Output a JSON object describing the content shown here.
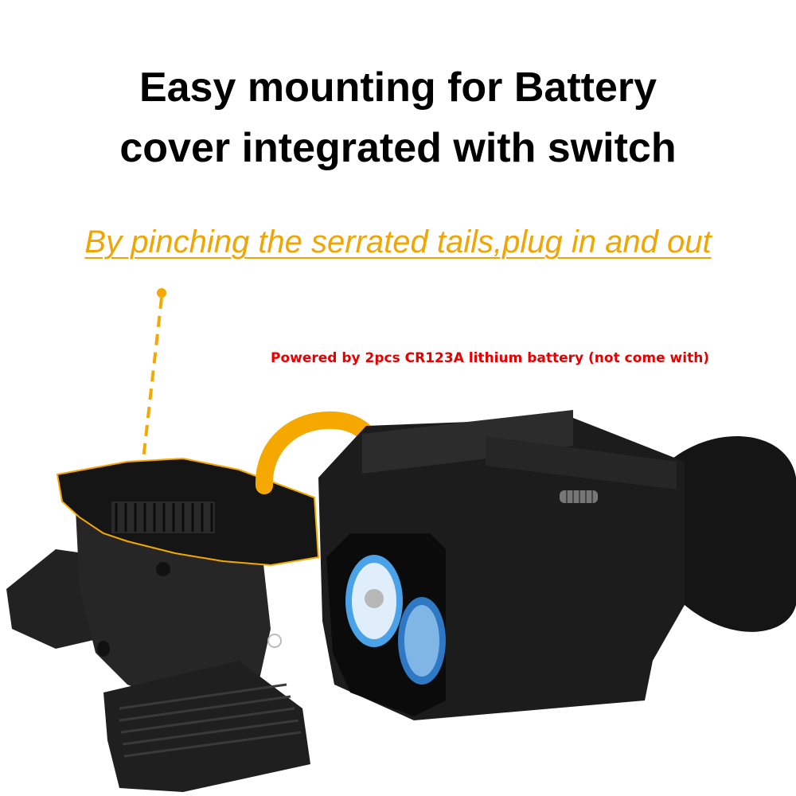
{
  "headline": {
    "line1": "Easy mounting for Battery",
    "line2": "cover integrated with switch"
  },
  "instruction": "By pinching the serrated tails,plug in and out",
  "battery_note": "Powered by 2pcs CR123A lithium battery (not come with)",
  "colors": {
    "headline": "#000000",
    "instruction": "#f0a500",
    "battery_note": "#e60000",
    "accent_arrow": "#f5a800",
    "product_body": "#1c1c1c"
  },
  "icons": {
    "direction": "curved-arrow-icon",
    "pointer": "dashed-pointer-line"
  }
}
